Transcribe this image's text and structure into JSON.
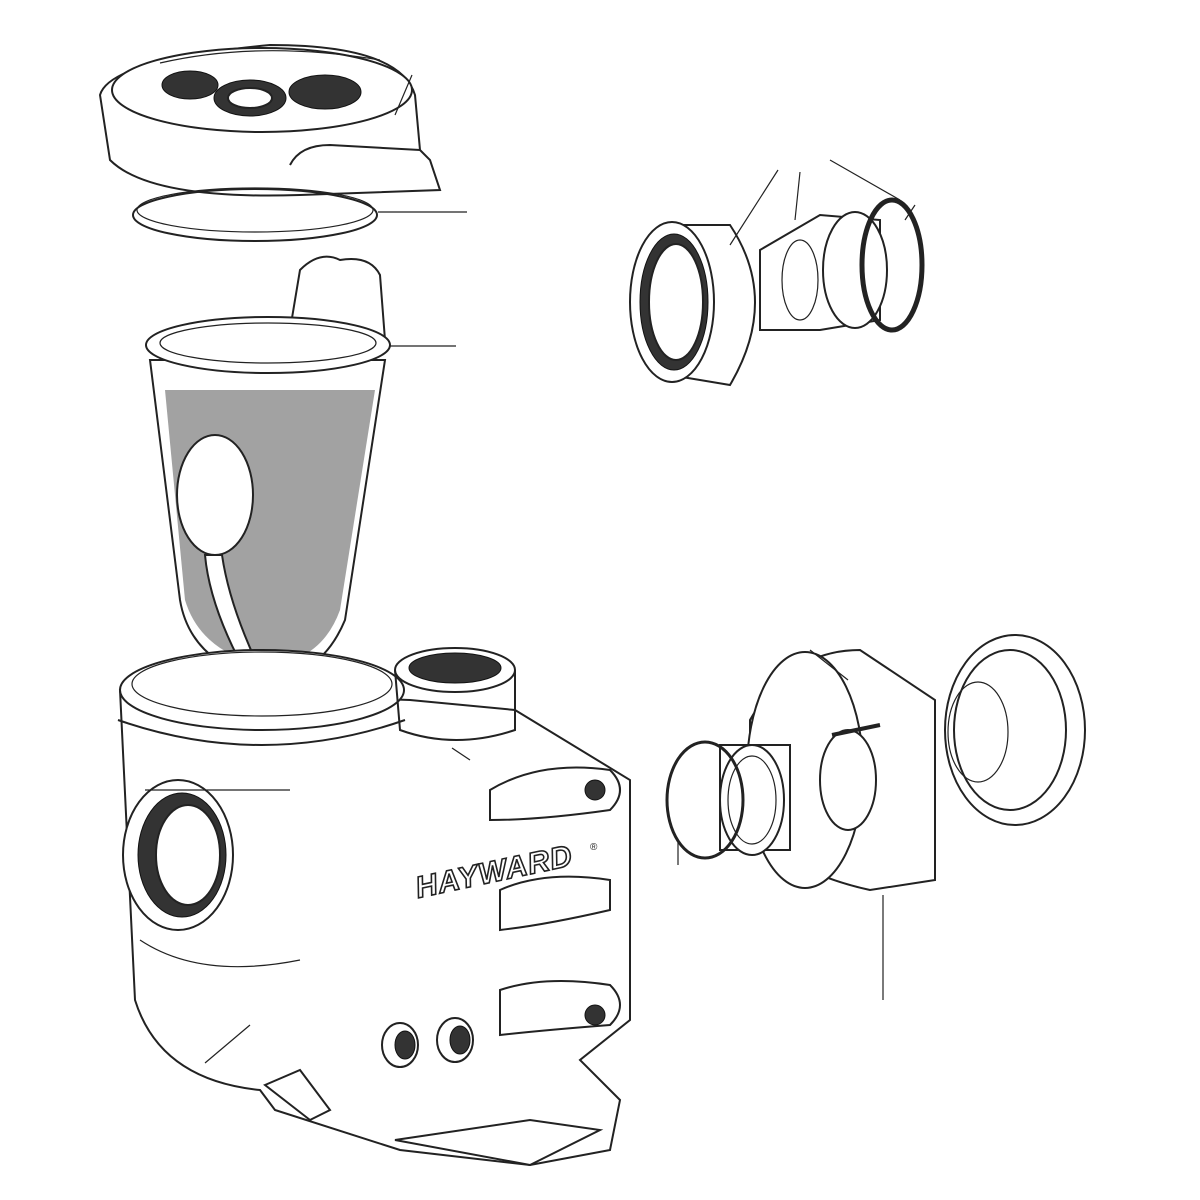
{
  "diagram": {
    "brand_text": "HAYWARD",
    "registered_mark": "®",
    "parts": [
      "strainer-cover",
      "cover-o-ring",
      "strainer-basket",
      "union-connector",
      "union-o-ring",
      "pump-housing",
      "diffuser-seal-plate",
      "housing-o-ring",
      "impeller-assembly"
    ],
    "line_color": "#222222",
    "background_color": "#ffffff"
  }
}
